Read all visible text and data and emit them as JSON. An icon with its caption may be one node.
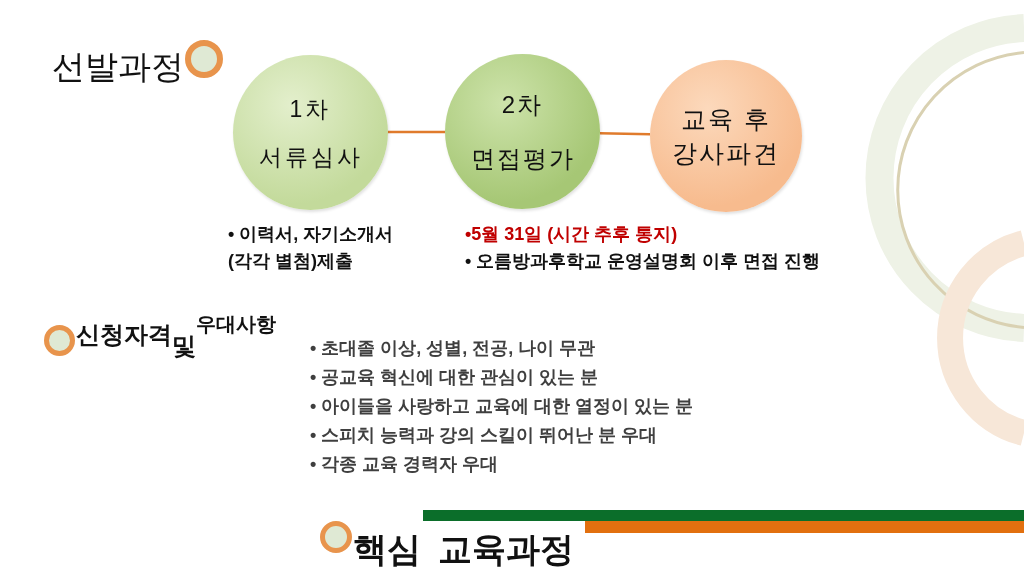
{
  "diagram": {
    "nodes": [
      {
        "text": [
          "1차",
          "서류심사"
        ],
        "beside": [
          "• 이력서, 자기소개서 (각각 별첨)제출"
        ]
      },
      {
        "text": [
          "2차",
          "면접평가"
        ],
        "beside": [
          "•5월 31일 (시간 추후 통지)",
          "• 오름방과후학교 운영설명회 이후 면접 진행"
        ]
      },
      {
        "text": [
          "교육 후 강사파견"
        ]
      }
    ],
    "edges": [
      {
        "from": 0,
        "to": 1,
        "arrow": "none"
      },
      {
        "from": 1,
        "to": 2,
        "arrow": "none"
      }
    ],
    "labels": [
      "선발과정",
      "신청자격$_{및}$$^{우대사항}$",
      "• 초대졸 이상, 성별, 전공, 나이 무관",
      "• 공교육 혁신에 대한 관심이 있는 분",
      "• 아이들을 사랑하고 교육에 대한 열정이 있는 분",
      "• 스피치 능력과 강의 스킬이 뛰어난 분 우대",
      "• 각종 교육 경력자 우대",
      "핵심 교육과정"
    ]
  }
}
